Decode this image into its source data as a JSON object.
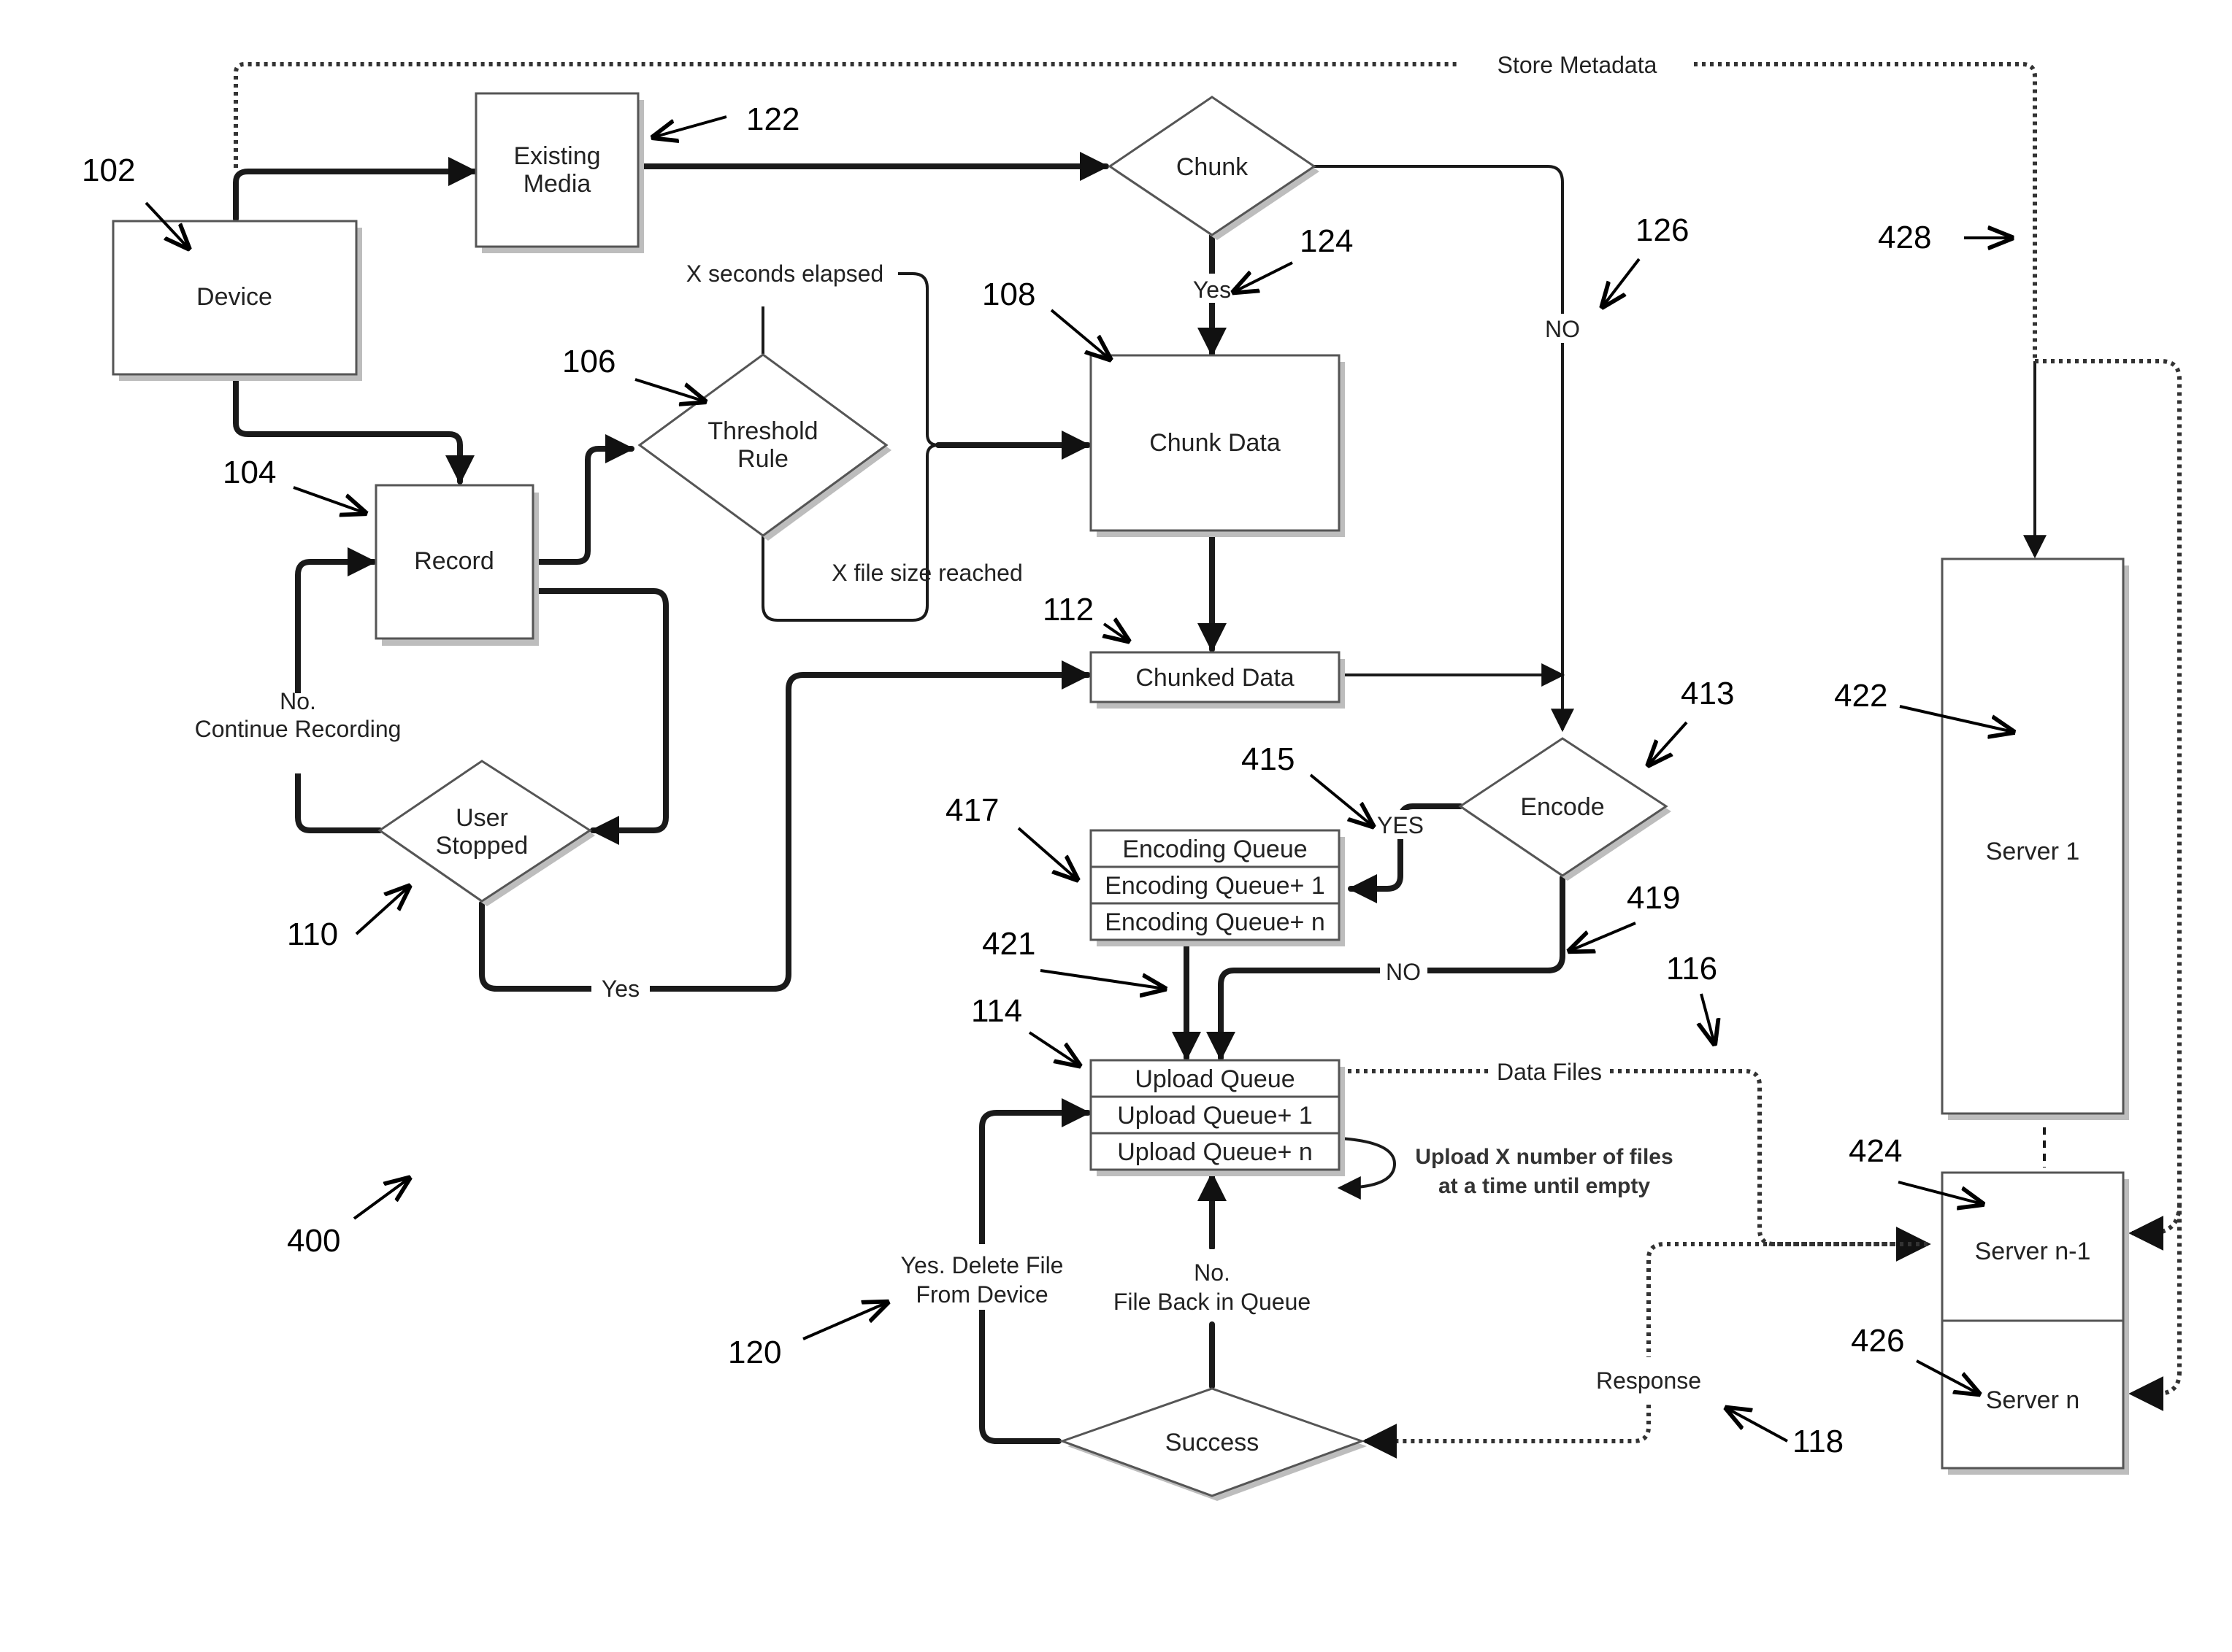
{
  "nodes": {
    "device": "Device",
    "existing_media": [
      "Existing",
      "Media"
    ],
    "record": "Record",
    "threshold_rule": [
      "Threshold",
      "Rule"
    ],
    "chunk": "Chunk",
    "chunk_data": "Chunk Data",
    "chunked_data": "Chunked Data",
    "user_stopped": [
      "User",
      "Stopped"
    ],
    "encode": "Encode",
    "encoding_queue": [
      "Encoding Queue",
      "Encoding Queue+  1",
      "Encoding Queue+  n"
    ],
    "upload_queue": [
      "Upload Queue",
      "Upload Queue+  1",
      "Upload Queue+  n"
    ],
    "success": "Success",
    "server_1": "Server 1",
    "server_n_minus_1": "Server n-1",
    "server_n": "Server n"
  },
  "edge_labels": {
    "store_metadata": "Store Metadata",
    "x_seconds_elapsed": "X seconds elapsed",
    "x_file_size_reached": "X file size reached",
    "yes_chunk": "Yes",
    "no_chunk": "NO",
    "no_continue": [
      "No.",
      "Continue Recording"
    ],
    "yes_stopped": "Yes",
    "yes_encode": "YES",
    "no_encode": "NO",
    "data_files": "Data Files",
    "response": "Response",
    "yes_delete": [
      "Yes. Delete File",
      "From Device"
    ],
    "no_back": [
      "No.",
      "File Back in Queue"
    ]
  },
  "note": [
    "Upload X number of files",
    "at a time until empty"
  ],
  "refs": {
    "r102": "102",
    "r104": "104",
    "r106": "106",
    "r108": "108",
    "r110": "110",
    "r112": "112",
    "r114": "114",
    "r116": "116",
    "r118": "118",
    "r120": "120",
    "r122": "122",
    "r124": "124",
    "r126": "126",
    "r400": "400",
    "r413": "413",
    "r415": "415",
    "r417": "417",
    "r419": "419",
    "r421": "421",
    "r422": "422",
    "r424": "424",
    "r426": "426",
    "r428": "428"
  }
}
